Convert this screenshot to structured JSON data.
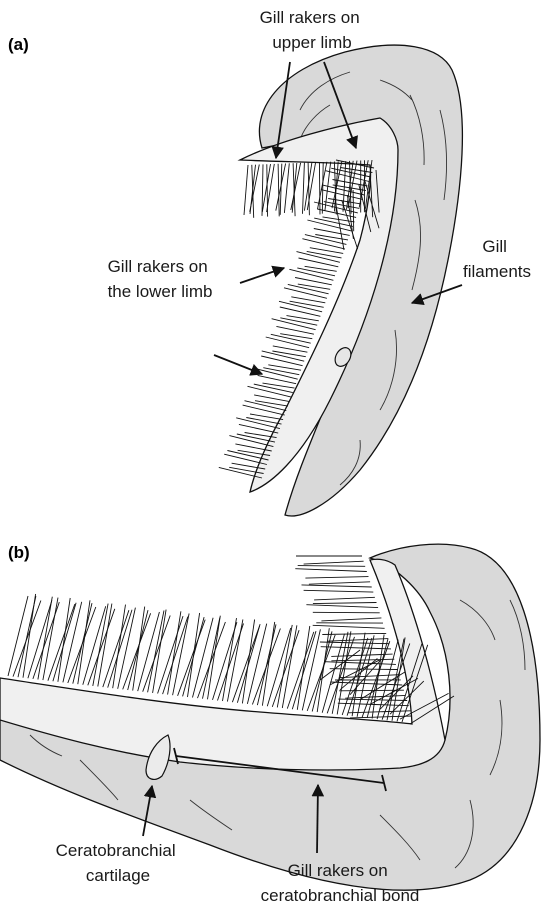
{
  "panels": {
    "a": {
      "label": "(a)",
      "annotations": {
        "upper_limb": [
          "Gill rakers on",
          "upper limb"
        ],
        "lower_limb": [
          "Gill rakers on",
          "the lower limb"
        ],
        "filaments": [
          "Gill",
          "filaments"
        ]
      }
    },
    "b": {
      "label": "(b)",
      "annotations": {
        "cartilage": [
          "Ceratobranchial",
          "cartilage"
        ],
        "bond": [
          "Gill rakers on",
          "ceratobranchial bond"
        ]
      }
    }
  },
  "colors": {
    "filament_fill": "#d9d9d9",
    "arch_fill": "#f0f0f0",
    "ink": "#111111"
  }
}
